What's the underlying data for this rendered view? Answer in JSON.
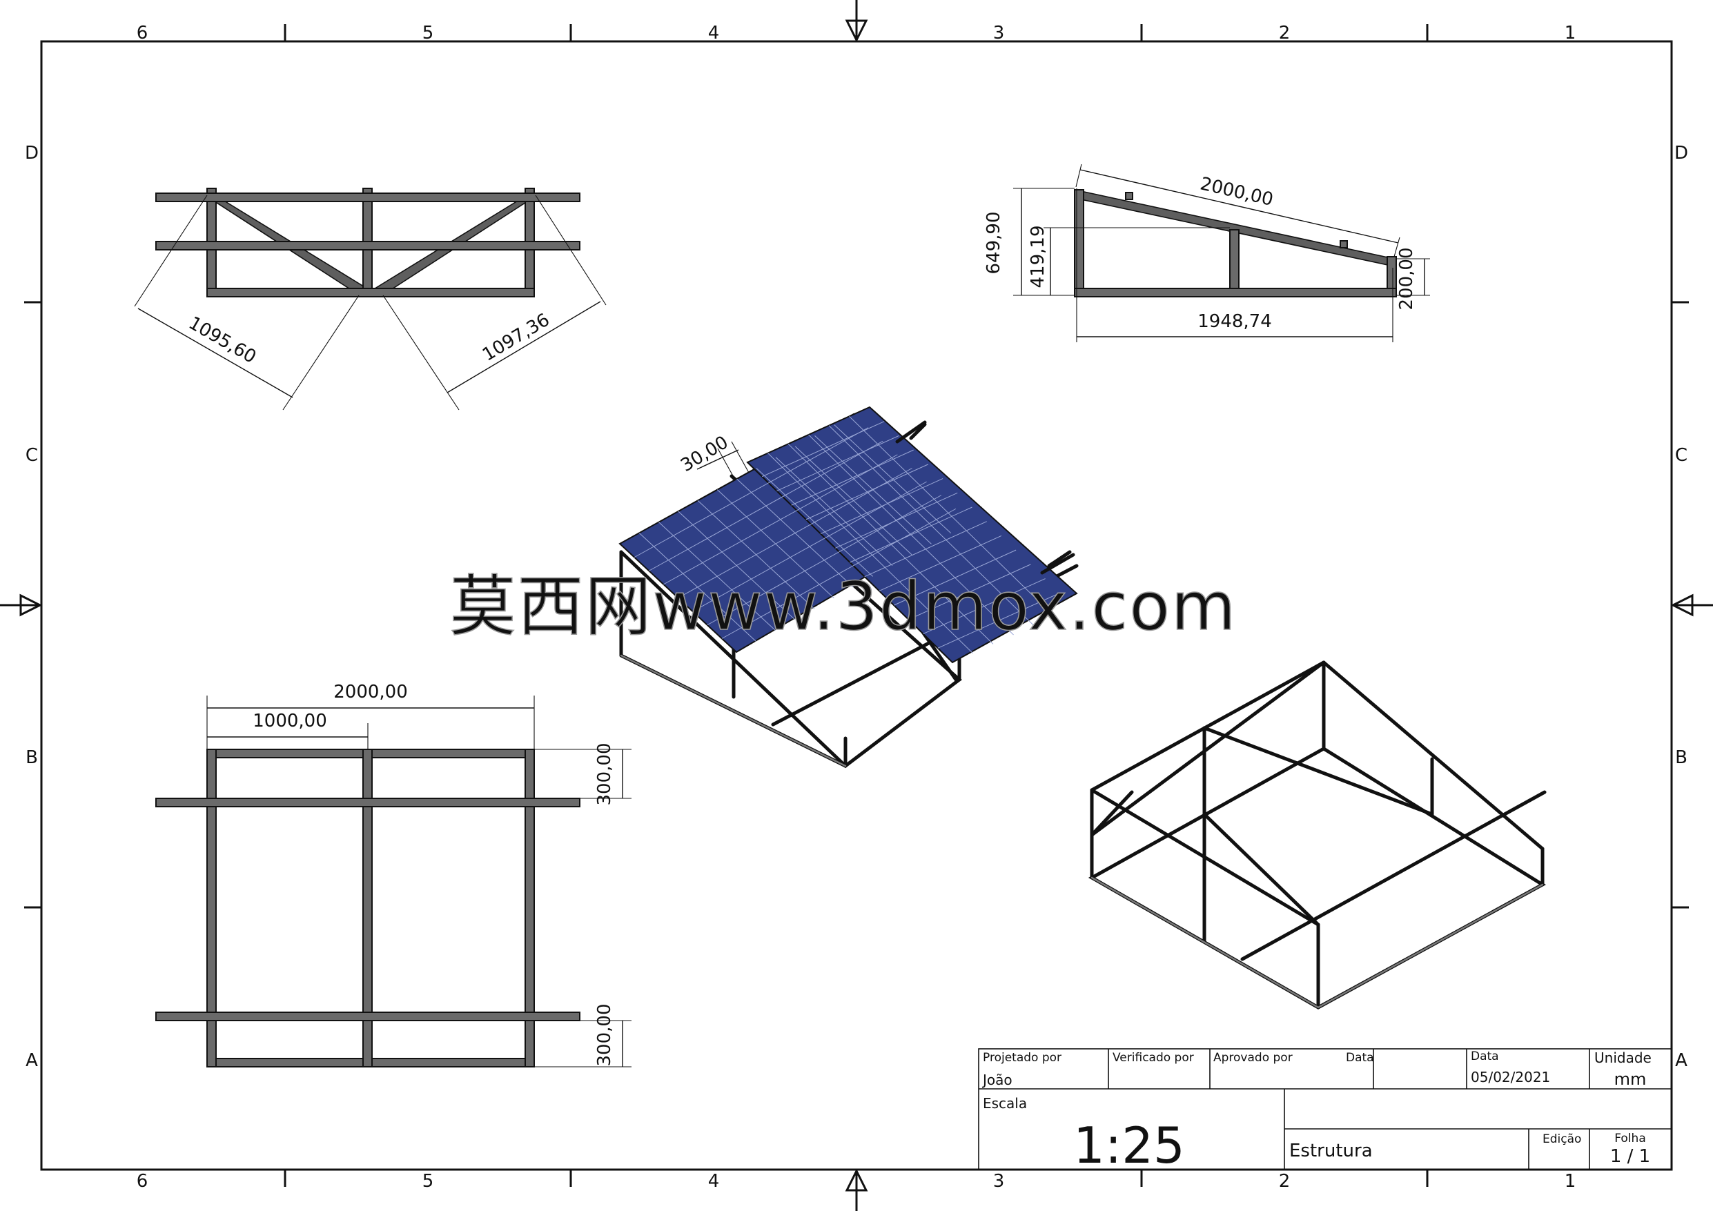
{
  "zones": {
    "columns": [
      "6",
      "5",
      "4",
      "3",
      "2",
      "1"
    ],
    "rows": [
      "D",
      "C",
      "B",
      "A"
    ]
  },
  "dimensions": {
    "front_left_diag": "1095,60",
    "front_right_diag": "1097,36",
    "side_length": "2000,00",
    "side_height_total": "649,90",
    "side_height_mid": "419,19",
    "side_height_end": "200,00",
    "side_base": "1948,74",
    "panel_gap": "30,00",
    "top_width": "2000,00",
    "top_half": "1000,00",
    "top_offset_upper": "300,00",
    "top_offset_lower": "300,00"
  },
  "watermark": "莫西网www.3dmox.com",
  "title_block": {
    "designed_by_label": "Projetado por",
    "designed_by": "João",
    "checked_by_label": "Verificado por",
    "approved_by_label": "Aprovado por",
    "date_label_1": "Data",
    "date_label_2": "Data",
    "date_value": "05/02/2021",
    "unit_label": "Unidade",
    "unit_value": "mm",
    "scale_label": "Escala",
    "scale_value": "1:25",
    "drawing_title": "Estrutura",
    "edition_label": "Edição",
    "sheet_label": "Folha",
    "sheet_value": "1 / 1"
  },
  "colors": {
    "steel": "#6a6a6a",
    "panel": "#2f3f86",
    "ink": "#111111"
  }
}
